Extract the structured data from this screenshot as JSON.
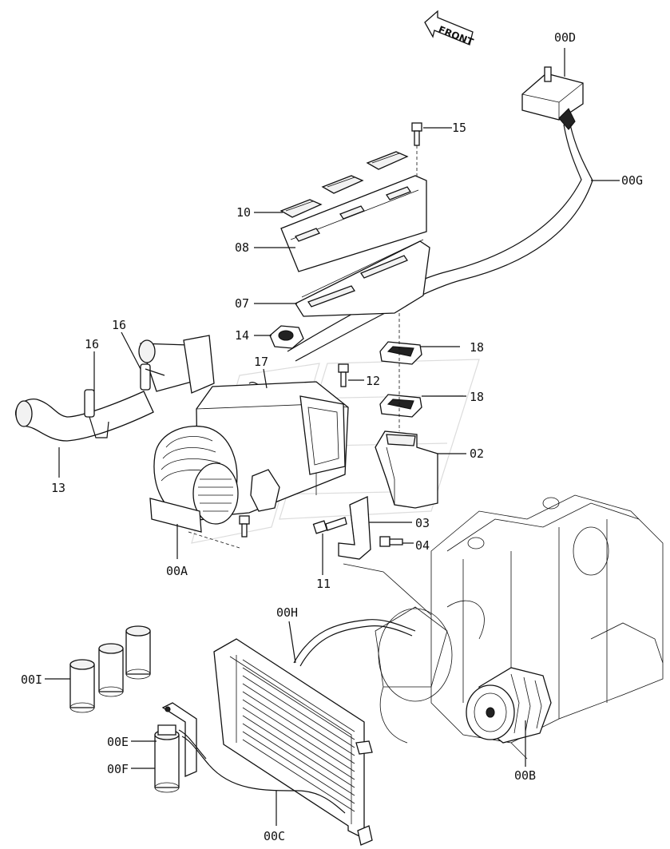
{
  "front_label": "FRONT",
  "labels": {
    "l00D": "00D",
    "l15": "15",
    "l00G": "00G",
    "l10": "10",
    "l08": "08",
    "l07": "07",
    "l14": "14",
    "l16a": "16",
    "l16b": "16",
    "l18a": "18",
    "l17": "17",
    "l12": "12",
    "l18b": "18",
    "l02": "02",
    "l13": "13",
    "l03": "03",
    "l04": "04",
    "l00A": "00A",
    "l11": "11",
    "l00H": "00H",
    "l00I": "00I",
    "l00E": "00E",
    "l00F": "00F",
    "l00C": "00C",
    "l00B": "00B"
  }
}
